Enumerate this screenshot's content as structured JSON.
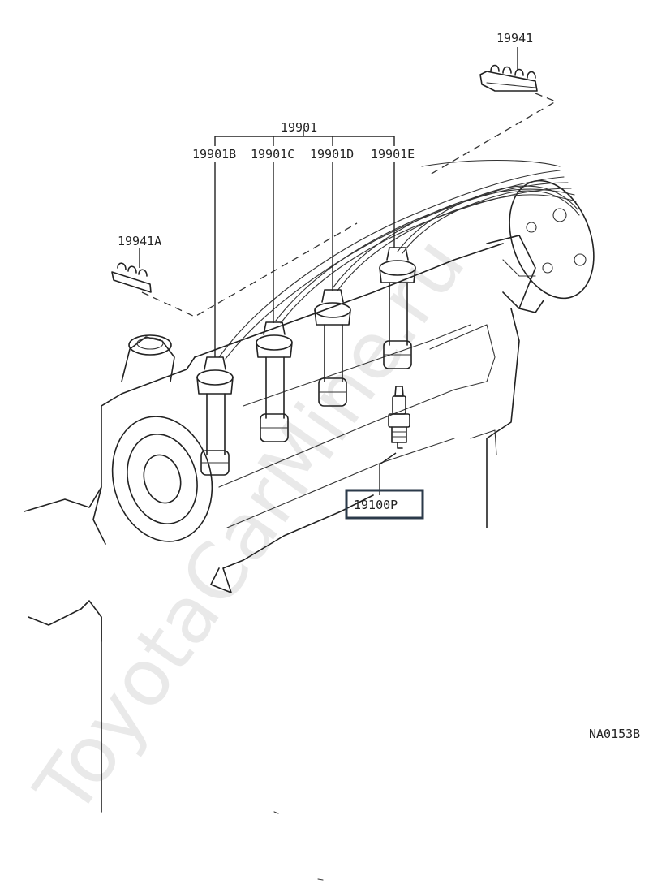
{
  "labels": {
    "grommet_top": "19941",
    "cord_set": "19901",
    "cord_b": "19901B",
    "cord_c": "19901C",
    "cord_d": "19901D",
    "cord_e": "19901E",
    "grommet_left": "19941A",
    "spark_plug": "19100P",
    "diagram_code": "NA0153B"
  },
  "watermark": "ToyotaCarMine.ru",
  "colors": {
    "ink": "#222222",
    "highlight_box": "#2b3a4a",
    "watermark": "#cfcfcf"
  }
}
